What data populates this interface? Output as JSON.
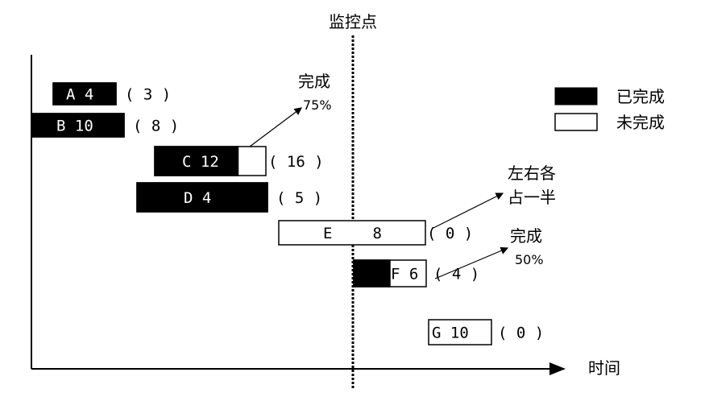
{
  "chart_data": {
    "type": "bar",
    "title": "",
    "xlabel": "时间",
    "ylabel": "",
    "monitor_label": "监控点",
    "legend": {
      "placement": "top-right",
      "entries": [
        {
          "label": "已完成",
          "color": "#000000"
        },
        {
          "label": "未完成",
          "color": "#ffffff"
        }
      ]
    },
    "tasks": [
      {
        "name": "A",
        "duration": "4",
        "slack": "( 3 )",
        "completed": 1.0
      },
      {
        "name": "B",
        "duration": "10",
        "slack": "( 8 )",
        "completed": 1.0
      },
      {
        "name": "C",
        "duration": "12",
        "slack": "( 16 )",
        "completed": 0.75
      },
      {
        "name": "D",
        "duration": "4",
        "slack": "( 5 )",
        "completed": 1.0
      },
      {
        "name": "E",
        "duration": "8",
        "slack": "( 0 )",
        "completed": 0.0
      },
      {
        "name": "F",
        "duration": "6",
        "slack": "( 4 )",
        "completed": 0.5
      },
      {
        "name": "G",
        "duration": "10",
        "slack": "( 0 )",
        "completed": 0.0
      }
    ],
    "annotations": [
      {
        "task": "C",
        "lines": [
          "完成",
          "75%"
        ]
      },
      {
        "task": "E",
        "lines": [
          "左右各",
          "占一半"
        ]
      },
      {
        "task": "F",
        "lines": [
          "完成",
          "50%"
        ]
      }
    ]
  }
}
